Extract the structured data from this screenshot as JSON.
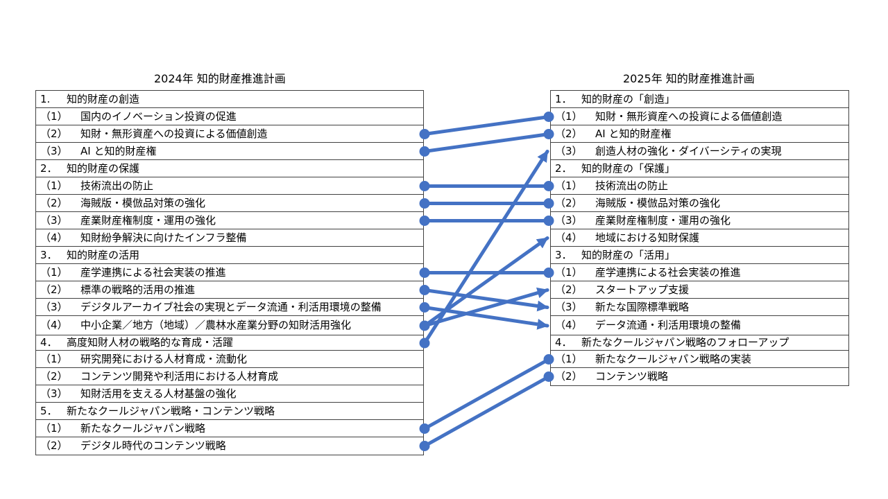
{
  "left": {
    "title": "2024年 知的財産推進計画",
    "rows": [
      {
        "num": "1.",
        "text": "知的財産の創造",
        "kind": "sec"
      },
      {
        "num": "（1）",
        "text": "国内のイノベーション投資の促進",
        "kind": "sub"
      },
      {
        "num": "（2）",
        "text": "知財・無形資産への投資による価値創造",
        "kind": "sub"
      },
      {
        "num": "（3）",
        "text": "AI と知的財産権",
        "kind": "sub"
      },
      {
        "num": "2．",
        "text": "知的財産の保護",
        "kind": "sec"
      },
      {
        "num": "（1）",
        "text": "技術流出の防止",
        "kind": "sub"
      },
      {
        "num": "（2）",
        "text": "海賊版・模倣品対策の強化",
        "kind": "sub"
      },
      {
        "num": "（3）",
        "text": "産業財産権制度・運用の強化",
        "kind": "sub"
      },
      {
        "num": "（4）",
        "text": "知財紛争解決に向けたインフラ整備",
        "kind": "sub"
      },
      {
        "num": "3．",
        "text": "知的財産の活用",
        "kind": "sec"
      },
      {
        "num": "（1）",
        "text": "産学連携による社会実装の推進",
        "kind": "sub"
      },
      {
        "num": "（2）",
        "text": "標準の戦略的活用の推進",
        "kind": "sub"
      },
      {
        "num": "（3）",
        "text": "デジタルアーカイブ社会の実現とデータ流通・利活用環境の整備",
        "kind": "sub"
      },
      {
        "num": "（4）",
        "text": "中小企業／地方（地域）／農林水産業分野の知財活用強化",
        "kind": "sub"
      },
      {
        "num": "4．",
        "text": "高度知財人材の戦略的な育成・活躍",
        "kind": "sec"
      },
      {
        "num": "（1）",
        "text": "研究開発における人材育成・流動化",
        "kind": "sub"
      },
      {
        "num": "（2）",
        "text": "コンテンツ開発や利活用における人材育成",
        "kind": "sub"
      },
      {
        "num": "（3）",
        "text": "知財活用を支える人材基盤の強化",
        "kind": "sub"
      },
      {
        "num": "5．",
        "text": "新たなクールジャパン戦略・コンテンツ戦略",
        "kind": "sec"
      },
      {
        "num": "（1）",
        "text": "新たなクールジャパン戦略",
        "kind": "sub"
      },
      {
        "num": "（2）",
        "text": "デジタル時代のコンテンツ戦略",
        "kind": "sub"
      }
    ]
  },
  "right": {
    "title": "2025年 知的財産推進計画",
    "rows": [
      {
        "num": "1．",
        "text": "知的財産の「創造」",
        "kind": "sec"
      },
      {
        "num": "（1）",
        "text": "知財・無形資産への投資による価値創造",
        "kind": "sub"
      },
      {
        "num": "（2）",
        "text": "AI と知的財産権",
        "kind": "sub"
      },
      {
        "num": "（3）",
        "text": "創造人材の強化・ダイバーシティの実現",
        "kind": "sub"
      },
      {
        "num": "2．",
        "text": "知的財産の「保護」",
        "kind": "sec"
      },
      {
        "num": "（1）",
        "text": "技術流出の防止",
        "kind": "sub"
      },
      {
        "num": "（2）",
        "text": "海賊版・模倣品対策の強化",
        "kind": "sub"
      },
      {
        "num": "（3）",
        "text": "産業財産権制度・運用の強化",
        "kind": "sub"
      },
      {
        "num": "（4）",
        "text": "地域における知財保護",
        "kind": "sub"
      },
      {
        "num": "3．",
        "text": "知的財産の「活用」",
        "kind": "sec"
      },
      {
        "num": "（1）",
        "text": "産学連携による社会実装の推進",
        "kind": "sub"
      },
      {
        "num": "（2）",
        "text": "スタートアップ支援",
        "kind": "sub"
      },
      {
        "num": "（3）",
        "text": "新たな国際標準戦略",
        "kind": "sub"
      },
      {
        "num": "（4）",
        "text": "データ流通・利活用環境の整備",
        "kind": "sub"
      },
      {
        "num": "4．",
        "text": "新たなクールジャパン戦略のフォローアップ",
        "kind": "sec"
      },
      {
        "num": "（1）",
        "text": "新たなクールジャパン戦略の実装",
        "kind": "sub"
      },
      {
        "num": "（2）",
        "text": "コンテンツ戦略",
        "kind": "sub"
      }
    ]
  },
  "links": [
    {
      "from": 2,
      "to": 1
    },
    {
      "from": 3,
      "to": 2
    },
    {
      "from": 5,
      "to": 5
    },
    {
      "from": 6,
      "to": 6
    },
    {
      "from": 7,
      "to": 7
    },
    {
      "from": 10,
      "to": 10
    },
    {
      "from": 11,
      "to": 12
    },
    {
      "from": 12,
      "to": 13
    },
    {
      "from": 13,
      "to": 8
    },
    {
      "from": 13,
      "to": 11
    },
    {
      "from": 14,
      "to": 3
    },
    {
      "from": 19,
      "to": 15
    },
    {
      "from": 20,
      "to": 16
    }
  ],
  "colors": {
    "link": "#4472C4",
    "border": "#404040"
  }
}
